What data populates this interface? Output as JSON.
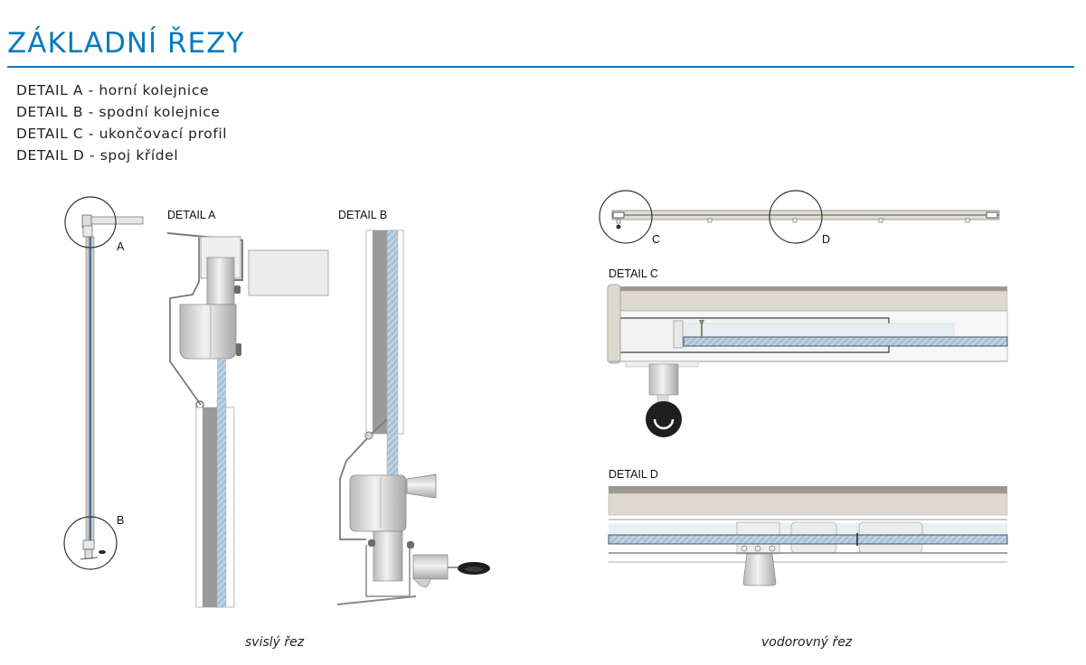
{
  "header": {
    "title": "ZÁKLADNÍ ŘEZY",
    "accent_color": "#0a7abf"
  },
  "legend": [
    {
      "label": "DETAIL A - horní kolejnice"
    },
    {
      "label": "DETAIL B - spodní kolejnice"
    },
    {
      "label": "DETAIL C - ukončovací profil"
    },
    {
      "label": "DETAIL D - spoj křídel"
    }
  ],
  "drawings": {
    "overview_vertical": {
      "marker_a": "A",
      "marker_b": "B"
    },
    "detail_a": {
      "label": "DETAIL A"
    },
    "detail_b": {
      "label": "DETAIL B"
    },
    "overview_horizontal": {
      "marker_c": "C",
      "marker_d": "D"
    },
    "detail_c": {
      "label": "DETAIL C"
    },
    "detail_d": {
      "label": "DETAIL D"
    }
  },
  "captions": {
    "vertical": "svislý řez",
    "horizontal": "vodorovný řez"
  },
  "colors": {
    "glass": "#a9c3da",
    "profile_beige": "#ddd9cf",
    "profile_dark": "#9c988f",
    "panel_grey": "#9a9a9a"
  }
}
